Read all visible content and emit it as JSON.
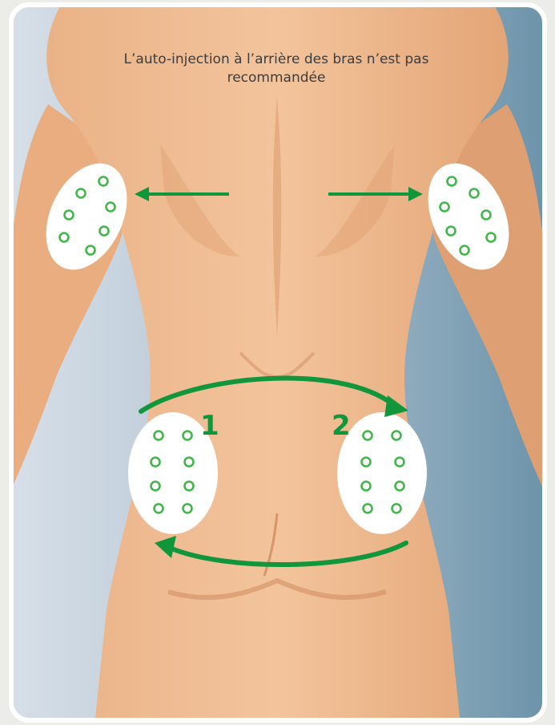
{
  "caption": "L’auto-injection à l’arrière des bras n’est pas recommandée",
  "zones": [
    {
      "number": "1"
    },
    {
      "number": "2"
    }
  ],
  "colors": {
    "accent_green": "#12963c",
    "site_ring_green": "#41b649",
    "zone_fill": "#ffffff",
    "skin": "#f0bb90",
    "skin_shadow": "#dc9a6e",
    "background_left": "#d5dde6",
    "background_right": "#6f96ab",
    "frame": "#ffffff"
  }
}
